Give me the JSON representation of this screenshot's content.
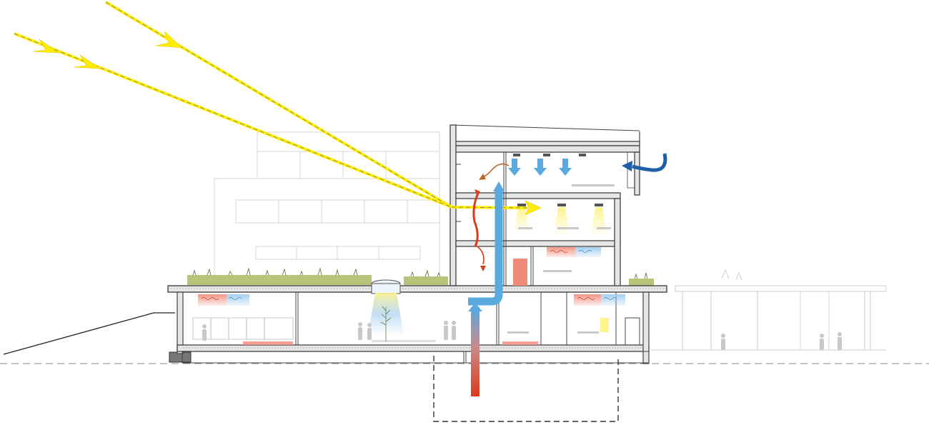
{
  "colors": {
    "sun": "#ffee00",
    "sun_edge": "#e0c800",
    "cool_air": "#5aa9df",
    "warm_air": "#d93a1b",
    "exhaust": "#c0652a",
    "outside_air": "#1f5fa8",
    "green_roof": "#b9c47a",
    "structure": "#4a4a4a",
    "ghost": "#cfcfcf",
    "heating_panel": "#f08a78",
    "cooling_panel": "#9cc9ee",
    "light_glow": "#fff38a"
  },
  "icons": {
    "sun_ray": "arrow-right",
    "cool_supply": "arrow-down",
    "outside_air": "curved-arrow-left",
    "earth_duct": "arrow-up"
  }
}
